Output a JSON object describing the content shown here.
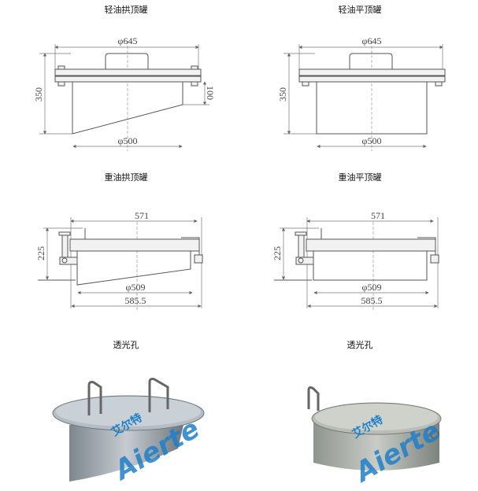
{
  "titles": {
    "light_arched": "轻油拱顶罐",
    "light_flat": "轻油平顶罐",
    "heavy_arched": "重油拱顶罐",
    "heavy_flat": "重油平顶罐",
    "skylight_1": "透光孔",
    "skylight_2": "透光孔"
  },
  "light_dims": {
    "outer_dia": "φ645",
    "height": "350",
    "slope": "100",
    "inner_dia": "φ500"
  },
  "heavy_dims": {
    "width": "571",
    "height": "225",
    "inner_dia": "φ509",
    "overall": "585.5"
  },
  "watermark": {
    "cn": "艾尔特",
    "en": "Aierte"
  },
  "colors": {
    "line": "#555555",
    "watermark": "#1e7fc8",
    "steel": "#9aa3aa"
  }
}
